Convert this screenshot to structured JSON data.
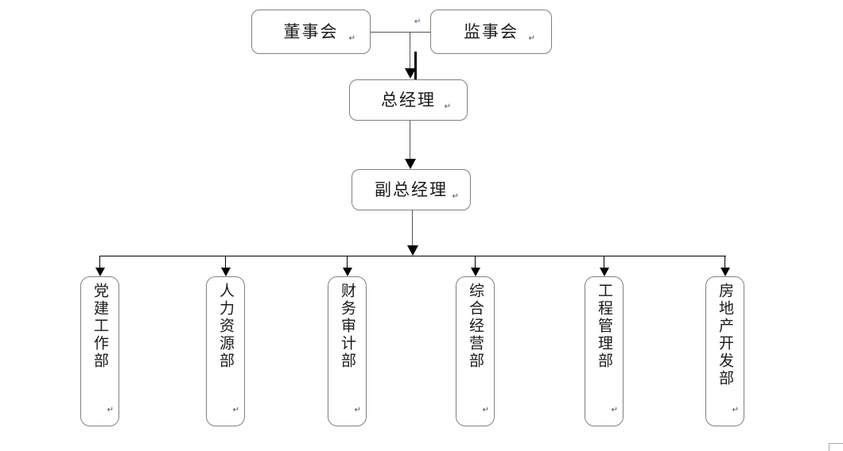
{
  "diagram": {
    "type": "organization-chart",
    "title": "",
    "paragraph_mark": "↵",
    "colors": {
      "box_border": "#808080",
      "connector": "#555555",
      "bus": "#000000",
      "text": "#1a1a1a",
      "pilcrow": "#3b4a7a",
      "background": "#ffffff"
    },
    "levels": [
      {
        "level": 1,
        "nodes": [
          {
            "id": "board",
            "label": "董事会",
            "orientation": "horizontal"
          },
          {
            "id": "supervisors",
            "label": "监事会",
            "orientation": "horizontal"
          }
        ]
      },
      {
        "level": 2,
        "nodes": [
          {
            "id": "gm",
            "label": "总经理",
            "orientation": "horizontal"
          }
        ]
      },
      {
        "level": 3,
        "nodes": [
          {
            "id": "deputy-gm",
            "label": "副总经理",
            "orientation": "horizontal"
          }
        ]
      },
      {
        "level": 4,
        "nodes": [
          {
            "id": "dept-party",
            "label": "党建工作部",
            "orientation": "vertical"
          },
          {
            "id": "dept-hr",
            "label": "人力资源部",
            "orientation": "vertical"
          },
          {
            "id": "dept-finance",
            "label": "财务审计部",
            "orientation": "vertical"
          },
          {
            "id": "dept-operations",
            "label": "综合经营部",
            "orientation": "vertical"
          },
          {
            "id": "dept-engineering",
            "label": "工程管理部",
            "orientation": "vertical"
          },
          {
            "id": "dept-realestate",
            "label": "房地产开发部",
            "orientation": "vertical"
          }
        ]
      }
    ],
    "edges": [
      {
        "from": "board",
        "to": "supervisors",
        "style": "horizontal-link"
      },
      {
        "from": "board-supervisors-junction",
        "to": "gm",
        "style": "arrow-down"
      },
      {
        "from": "gm",
        "to": "deputy-gm",
        "style": "arrow-down"
      },
      {
        "from": "deputy-gm",
        "to": "department-bus",
        "style": "arrow-down"
      },
      {
        "from": "department-bus",
        "to": "dept-party",
        "style": "arrow-down"
      },
      {
        "from": "department-bus",
        "to": "dept-hr",
        "style": "arrow-down"
      },
      {
        "from": "department-bus",
        "to": "dept-finance",
        "style": "arrow-down"
      },
      {
        "from": "department-bus",
        "to": "dept-operations",
        "style": "arrow-down"
      },
      {
        "from": "department-bus",
        "to": "dept-engineering",
        "style": "arrow-down"
      },
      {
        "from": "department-bus",
        "to": "dept-realestate",
        "style": "arrow-down"
      }
    ]
  }
}
